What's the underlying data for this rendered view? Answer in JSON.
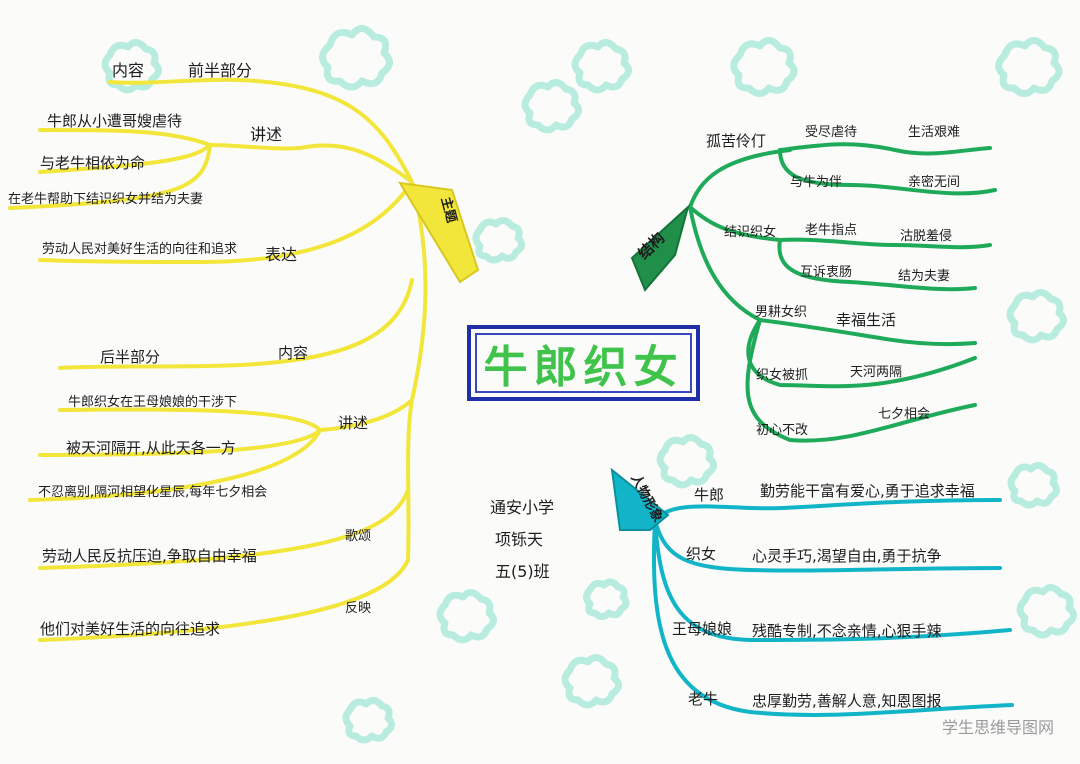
{
  "title": "牛郎织女",
  "branches": {
    "theme": "主题",
    "structure": "结构",
    "characters": "人物形象"
  },
  "left": {
    "first_half": {
      "content": "内容",
      "part": "前半部分",
      "narrate": "讲述",
      "items": [
        "牛郎从小遭哥嫂虐待",
        "与老牛相依为命",
        "在老牛帮助下结识织女并结为夫妻"
      ],
      "express": "表达",
      "express_item": "劳动人民对美好生活的向往和追求"
    },
    "second_half": {
      "part": "后半部分",
      "content": "内容",
      "narrate": "讲述",
      "items": [
        "牛郎织女在王母娘娘的干涉下",
        "被天河隔开,从此天各一方",
        "不忍离别,隔河相望化星辰,每年七夕相会"
      ],
      "praise": "歌颂",
      "praise_item": "劳动人民反抗压迫,争取自由幸福",
      "reflect": "反映",
      "reflect_item": "他们对美好生活的向往追求"
    }
  },
  "structure": {
    "groups": [
      {
        "head": "孤苦伶仃",
        "a": "受尽虐待",
        "a2": "生活艰难",
        "b": "与牛为伴",
        "b2": "亲密无间"
      },
      {
        "head": "结识织女",
        "a": "老牛指点",
        "a2": "沽脱羞侵",
        "b": "互诉衷肠",
        "b2": "结为夫妻"
      },
      {
        "head": "男耕女织",
        "a": "幸福生活"
      },
      {
        "head": "织女被抓",
        "a": "天河两隔"
      },
      {
        "head": "初心不改",
        "a": "七夕相会"
      }
    ]
  },
  "characters": [
    {
      "name": "牛郎",
      "desc": "勤劳能干富有爱心,勇于追求幸福"
    },
    {
      "name": "织女",
      "desc": "心灵手巧,渴望自由,勇于抗争"
    },
    {
      "name": "王母娘娘",
      "desc": "残酷专制,不念亲情,心狠手辣"
    },
    {
      "name": "老牛",
      "desc": "忠厚勤劳,善解人意,知恩图报"
    }
  ],
  "author": {
    "school": "通安小学",
    "name": "项铄天",
    "class": "五(5)班"
  },
  "watermark": "学生思维导图网",
  "colors": {
    "theme_branch": "#f2e63a",
    "structure_branch": "#1faa5a",
    "character_branch": "#12b5c8",
    "title_text": "#3fc34a",
    "title_border": "#1f2fa8",
    "cloud": "#b7ecde"
  }
}
